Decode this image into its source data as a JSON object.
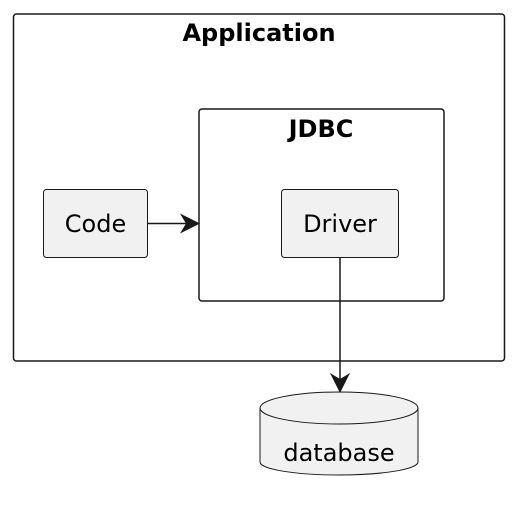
{
  "diagram": {
    "frames": {
      "application": {
        "title": "Application"
      },
      "jdbc": {
        "title": "JDBC"
      }
    },
    "nodes": {
      "code": {
        "label": "Code"
      },
      "driver": {
        "label": "Driver"
      },
      "database": {
        "label": "database"
      }
    },
    "edges": [
      {
        "from": "Code",
        "to": "JDBC"
      },
      {
        "from": "Driver",
        "to": "database"
      }
    ],
    "colors": {
      "background": "#ffffff",
      "node_fill": "#f1f1f1",
      "stroke": "#181818",
      "text": "#000000"
    }
  }
}
